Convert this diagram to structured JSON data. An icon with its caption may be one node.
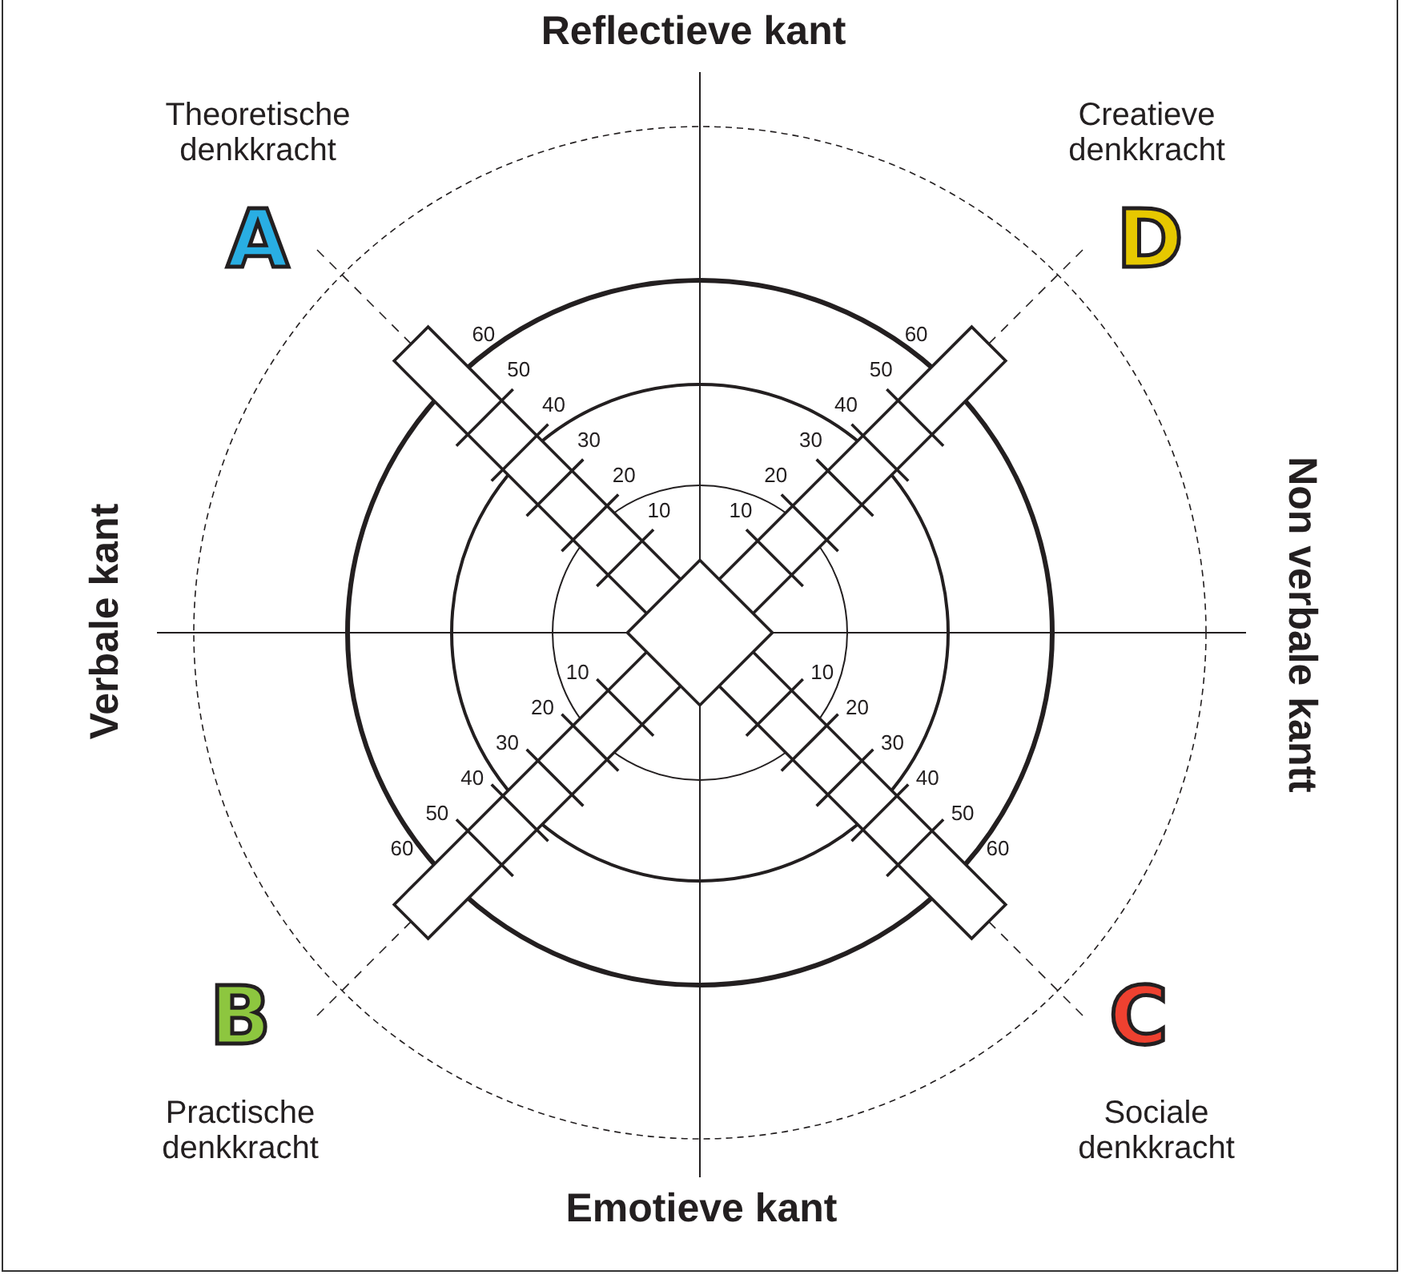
{
  "diagram": {
    "labels": [
      "Reflectieve kant",
      "Theoretische denkkracht",
      "Creatieve denkkracht",
      "A",
      "D",
      "10",
      "20",
      "30",
      "40",
      "50",
      "60",
      "10",
      "20",
      "30",
      "40",
      "50",
      "60",
      "Verbale kant",
      "Non verbale kantt",
      "10",
      "20",
      "30",
      "40",
      "50",
      "60",
      "10",
      "20",
      "30",
      "40",
      "50",
      "60",
      "B",
      "C",
      "Practische denkkracht",
      "Sociale denkkracht",
      "Emotieve kant"
    ]
  }
}
